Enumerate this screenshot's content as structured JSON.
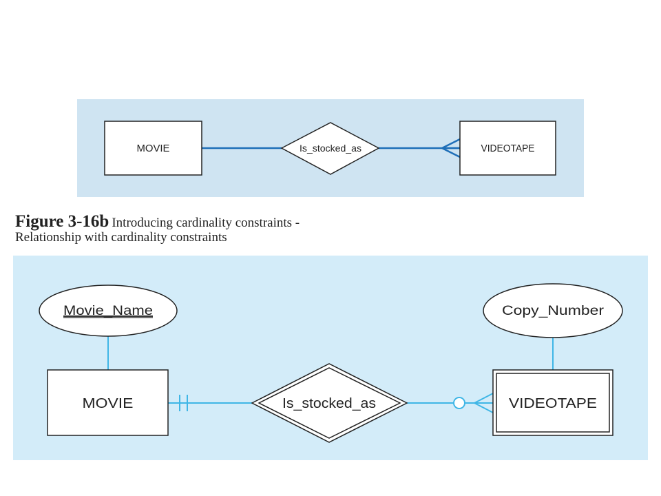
{
  "top_diagram": {
    "entity_left": "MOVIE",
    "relationship": "Is_stocked_as",
    "entity_right": "VIDEOTAPE",
    "line_color": "#1f6fb8"
  },
  "caption": {
    "figure": "Figure 3-16b",
    "line1": "Introducing cardinality constraints -",
    "line2": "Relationship with cardinality constraints"
  },
  "bottom_diagram": {
    "attribute_left": "Movie_Name",
    "attribute_right": "Copy_Number",
    "entity_left": "MOVIE",
    "relationship": "Is_stocked_as",
    "entity_right": "VIDEOTAPE",
    "line_color": "#3fb6e6"
  }
}
